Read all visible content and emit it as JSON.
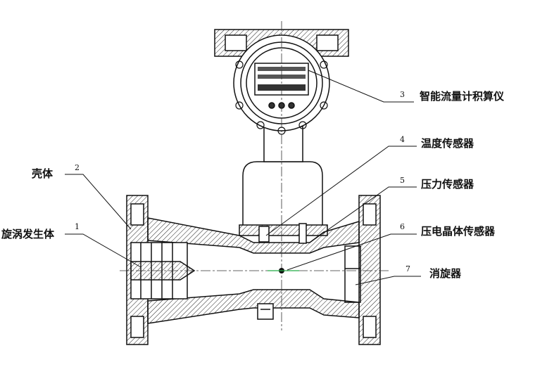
{
  "title": "Vortex precession flowmeter structure",
  "parts": [
    {
      "number": "1",
      "label": "旋涡发生体"
    },
    {
      "number": "2",
      "label": "壳体"
    },
    {
      "number": "3",
      "label": "智能流量计积算仪"
    },
    {
      "number": "4",
      "label": "温度传感器"
    },
    {
      "number": "5",
      "label": "压力传感器"
    },
    {
      "number": "6",
      "label": "压电晶体传感器"
    },
    {
      "number": "7",
      "label": "消旋器"
    }
  ],
  "colors": {
    "line": "#111111",
    "accent": "#22aa44"
  }
}
